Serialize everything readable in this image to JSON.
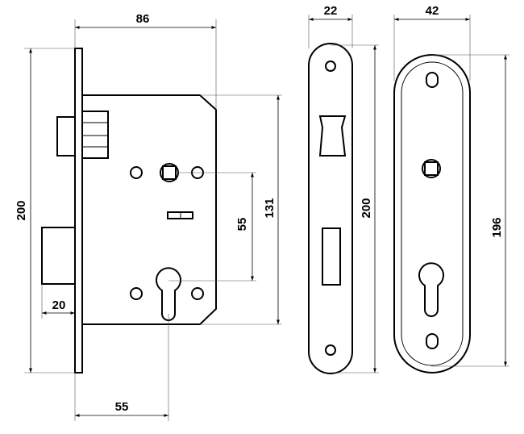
{
  "drawing": {
    "dimensions": {
      "body_width": "86",
      "faceplate_height": "200",
      "body_height": "131",
      "centre_distance": "55",
      "latch_projection": "20",
      "backset": "55",
      "strike_width": "22",
      "strike_height": "200",
      "escutcheon_width": "42",
      "escutcheon_height": "196"
    }
  }
}
